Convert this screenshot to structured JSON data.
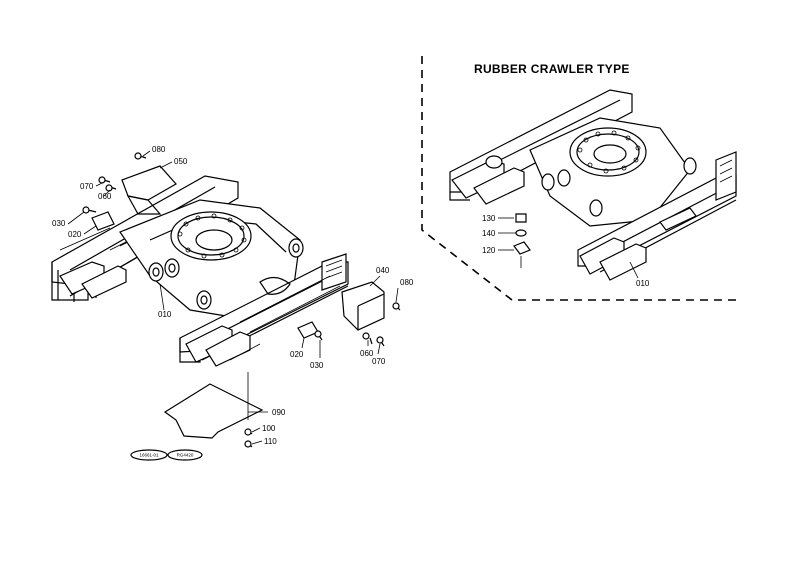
{
  "inset": {
    "title": "RUBBER CRAWLER TYPE"
  },
  "labels": {
    "l080a": "080",
    "l050a": "050",
    "l070a": "070",
    "l060a": "060",
    "l030a": "030",
    "l020a": "020",
    "l010a": "010",
    "l040": "040",
    "l080b": "080",
    "l020b": "020",
    "l030b": "030",
    "l060b": "060",
    "l070b": "070",
    "l090": "090",
    "l100": "100",
    "l110": "110",
    "l130": "130",
    "l140": "140",
    "l120": "120",
    "l010b": "010"
  },
  "footer": {
    "code_left": "16661-01",
    "code_right": "RG4420"
  }
}
